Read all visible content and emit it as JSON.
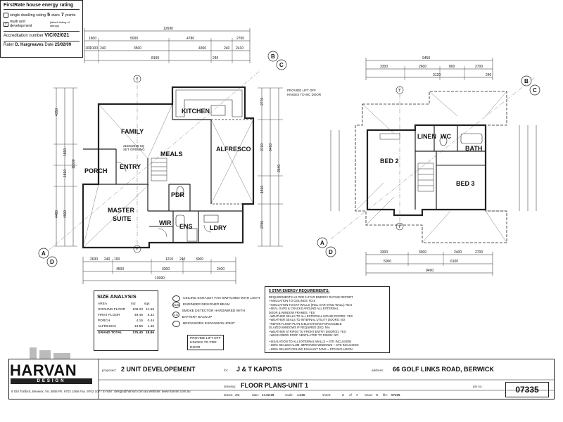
{
  "unit1": {
    "rooms": {
      "family": "FAMILY",
      "kitchen": "KITCHEN",
      "meals": "MEALS",
      "alfresco": "ALFRESCO",
      "porch": "PORCH",
      "entry": "ENTRY",
      "master_suite_1": "MASTER",
      "master_suite_2": "SUITE",
      "pdr": "PDR",
      "wir": "WIR",
      "ens": "ENS",
      "ldry": "LDRY"
    },
    "notes": {
      "opening_1": "2150x2010 SQ",
      "opening_2": "SET OPENING",
      "lift_off": "PROVIDE LIFT OFF",
      "lift_off_2": "HINGES TO WC DOOR"
    },
    "top_dims": [
      "12690",
      "1800",
      "5000",
      "4780",
      "2700",
      "100",
      "2100",
      "240",
      "3500",
      "4300",
      "240",
      "2410",
      "8100",
      "240"
    ],
    "bottom_dims": [
      "2630",
      "240",
      "100",
      "1210",
      "240",
      "3000",
      "4500",
      "3300",
      "2400",
      "10990"
    ],
    "left_dims": [
      "4350",
      "1810",
      "1810",
      "4480",
      "4000",
      "11630"
    ],
    "right_dims": [
      "2770",
      "3710",
      "6410",
      "1810",
      "2700",
      "2640"
    ],
    "grid": [
      "B",
      "C",
      "A",
      "D",
      "Y",
      "Y"
    ]
  },
  "unit1_upper": {
    "rooms": {
      "bed2": "BED 2",
      "bed3": "BED 3",
      "linen": "LINEN",
      "wc": "WC",
      "bath": "BATH"
    },
    "top_dims": [
      "9450",
      "3300",
      "2600",
      "800",
      "2700",
      "3120",
      "240"
    ],
    "bottom_dims": [
      "3300",
      "3000",
      "2400",
      "2700",
      "6100",
      "9490",
      "5000"
    ],
    "grid": [
      "B",
      "C",
      "A",
      "D",
      "Y",
      "Y"
    ]
  },
  "size_analysis": {
    "title": "SIZE ANALYSIS",
    "headers": [
      "AREA",
      "m2",
      "sqs"
    ],
    "rows": [
      {
        "area": "GROUND FLOOR",
        "m2": "108.23",
        "sqs": "11.65"
      },
      {
        "area": "FIRST FLOOR",
        "m2": "49.46",
        "sqs": "5.32"
      },
      {
        "area": "PORCH",
        "m2": "4.15",
        "sqs": "0.44"
      },
      {
        "area": "ALFRESCO",
        "m2": "13.55",
        "sqs": "1.45"
      }
    ],
    "total": {
      "area": "GRAND TOTAL",
      "m2": "175.40",
      "sqs": "18.86"
    }
  },
  "legend": [
    {
      "symbol": "",
      "text": "CEILING EXHAUST FAN SWITCHED WITH LIGHT"
    },
    {
      "symbol": "EDB",
      "text": "ENGINEER DESIGNED BEAM"
    },
    {
      "symbol": "S.D",
      "text": "SMOKE DETECTOR HARDWIRED WITH BATTERY BACKUP"
    },
    {
      "symbol": "",
      "text": "BRICKWORK EXPANSION JOINT"
    }
  ],
  "legend_note": [
    "PROVIDE LIFT OFF",
    "HINGES TO PDR DOOR"
  ],
  "energy": {
    "title": "5 STAR ENERGY REQUIREMENTS:",
    "lines": [
      "REQUIREMENTS AS PER 5 STAR ENERGY RATING REPORT.",
      "~INSULATION TO CEILINGS: R3.5",
      "~INSULATION TO EXT WALLS (INCL GAR STUD WALL): R2.0",
      "~SEAL GAPS & CRACKS AROUND ALL EXTERNAL",
      "  DOOR & WINDOW FRAMES: YES",
      "~WEATHER SEALS TO ALL EXTERNAL HOUSE DOORS: YES",
      "~WEATHER SEALS TO INTERNAL UTILITY DOORS: NO",
      "~REFER FLOOR PLAN & ELEVATIONS FOR DOUBLE",
      "  GLAZED WINDOWS IF REQUIRED (DG): N/A",
      "~WEATHER STRIP(S) TO FRONT ENTRY DOOR(S): YES",
      "~WHIRLYBIRD ROOF VENTILATOR TO RIDGE: NO",
      "",
      "~SISALATION TO ALL EXTERNAL WALLS ~ STD INCLUSION",
      "~100% SEALED ALUM. IMPROVED WINDOWS ~ STD INCLUSION",
      "~100% SEALED CEILING EXHAUST FANS ~ STD INCLUSION"
    ]
  },
  "firstrate": {
    "title": "FirstRate house energy rating",
    "single_label": "single dwelling rating",
    "single_stars": "5",
    "stars_word": "stars",
    "points": "7",
    "points_word": "points",
    "multi_label": "multi unit development",
    "multi_note": "(attach listing of ratings)",
    "accreditation_label": "Accreditation number",
    "accreditation": "VIC/02/021",
    "rater_label": "Rater",
    "rater": "D. Hargreaves",
    "date_label": "Date",
    "date": "25/02/09"
  },
  "titleblock": {
    "logo": "HARVAN",
    "logo_sub": "DESIGN",
    "contact": "9 Old Trafford, Berwick, Vic 3806      Ph. 9702 1066  Fax. 9702 1077  E-mail : design@harvan.com.au      Website: www.harvan.com.au",
    "proposed_label": "proposed:",
    "proposed": "2 UNIT DEVELOPEMENT",
    "for_label": "for:",
    "client": "J & T KAPOTIS",
    "address_label": "address:",
    "address": "66 GOLF LINKS ROAD, BERWICK",
    "drawing_label": "drawing:",
    "drawing": "FLOOR PLANS-UNIT 1",
    "drawn_label": "drawn:",
    "drawn": "AC",
    "date_label": "date:",
    "date": "17.02.09",
    "scale_label": "scale:",
    "scale": "1:100",
    "sheet_label": "sheet:",
    "sheet": "3",
    "of_label": "of",
    "of": "7",
    "issue_label": "issue:",
    "issue": "A",
    "file_label": "file:",
    "file": "07335",
    "job_label": "job no.:",
    "job_no": "07335"
  }
}
